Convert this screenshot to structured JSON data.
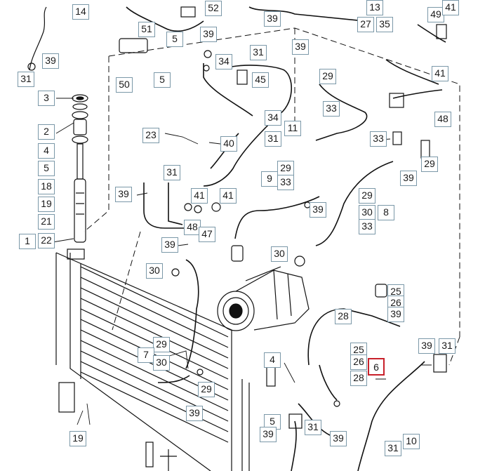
{
  "callouts": [
    {
      "id": "c14",
      "label": "14"
    },
    {
      "id": "c52",
      "label": "52"
    },
    {
      "id": "c39a",
      "label": "39"
    },
    {
      "id": "c13",
      "label": "13"
    },
    {
      "id": "c49",
      "label": "49"
    },
    {
      "id": "c41a",
      "label": "41"
    },
    {
      "id": "c51",
      "label": "51"
    },
    {
      "id": "c5a",
      "label": "5"
    },
    {
      "id": "c39b",
      "label": "39"
    },
    {
      "id": "c27",
      "label": "27"
    },
    {
      "id": "c35",
      "label": "35"
    },
    {
      "id": "c31a",
      "label": "31"
    },
    {
      "id": "c39c",
      "label": "39"
    },
    {
      "id": "c39d",
      "label": "39"
    },
    {
      "id": "c34a",
      "label": "34"
    },
    {
      "id": "c31b",
      "label": "31"
    },
    {
      "id": "c29a",
      "label": "29"
    },
    {
      "id": "c41b",
      "label": "41"
    },
    {
      "id": "c45",
      "label": "45"
    },
    {
      "id": "c50",
      "label": "50"
    },
    {
      "id": "c5b",
      "label": "5"
    },
    {
      "id": "c3",
      "label": "3"
    },
    {
      "id": "c33a",
      "label": "33"
    },
    {
      "id": "c34b",
      "label": "34"
    },
    {
      "id": "c48a",
      "label": "48"
    },
    {
      "id": "c11",
      "label": "11"
    },
    {
      "id": "c2",
      "label": "2"
    },
    {
      "id": "c23",
      "label": "23"
    },
    {
      "id": "c31c",
      "label": "31"
    },
    {
      "id": "c33b",
      "label": "33"
    },
    {
      "id": "c40",
      "label": "40"
    },
    {
      "id": "c4a",
      "label": "4"
    },
    {
      "id": "c29b",
      "label": "29"
    },
    {
      "id": "c5c",
      "label": "5"
    },
    {
      "id": "c31d",
      "label": "31"
    },
    {
      "id": "c29c",
      "label": "29"
    },
    {
      "id": "c9",
      "label": "9"
    },
    {
      "id": "c33c",
      "label": "33"
    },
    {
      "id": "c39e",
      "label": "39"
    },
    {
      "id": "c18",
      "label": "18"
    },
    {
      "id": "c39f",
      "label": "39"
    },
    {
      "id": "c41c",
      "label": "41"
    },
    {
      "id": "c41d",
      "label": "41"
    },
    {
      "id": "c29d",
      "label": "29"
    },
    {
      "id": "c19a",
      "label": "19"
    },
    {
      "id": "c30a",
      "label": "30"
    },
    {
      "id": "c8",
      "label": "8"
    },
    {
      "id": "c39g",
      "label": "39"
    },
    {
      "id": "c21",
      "label": "21"
    },
    {
      "id": "c48b",
      "label": "48"
    },
    {
      "id": "c47",
      "label": "47"
    },
    {
      "id": "c33d",
      "label": "33"
    },
    {
      "id": "c1",
      "label": "1"
    },
    {
      "id": "c22",
      "label": "22"
    },
    {
      "id": "c39h",
      "label": "39"
    },
    {
      "id": "c30b",
      "label": "30"
    },
    {
      "id": "c30c",
      "label": "30"
    },
    {
      "id": "c25a",
      "label": "25"
    },
    {
      "id": "c26a",
      "label": "26"
    },
    {
      "id": "c39i",
      "label": "39"
    },
    {
      "id": "c28a",
      "label": "28"
    },
    {
      "id": "c29e",
      "label": "29"
    },
    {
      "id": "c7",
      "label": "7"
    },
    {
      "id": "c25b",
      "label": "25"
    },
    {
      "id": "c39j",
      "label": "39"
    },
    {
      "id": "c31e",
      "label": "31"
    },
    {
      "id": "c30d",
      "label": "30"
    },
    {
      "id": "c4b",
      "label": "4"
    },
    {
      "id": "c26b",
      "label": "26"
    },
    {
      "id": "c6",
      "label": "6"
    },
    {
      "id": "c28b",
      "label": "28"
    },
    {
      "id": "c29f",
      "label": "29"
    },
    {
      "id": "c39k",
      "label": "39"
    },
    {
      "id": "c5d",
      "label": "5"
    },
    {
      "id": "c31f",
      "label": "31"
    },
    {
      "id": "c39l",
      "label": "39"
    },
    {
      "id": "c39m",
      "label": "39"
    },
    {
      "id": "c19b",
      "label": "19"
    },
    {
      "id": "c10",
      "label": "10"
    },
    {
      "id": "c31g",
      "label": "31"
    }
  ],
  "highlight_color": "#c8202a"
}
